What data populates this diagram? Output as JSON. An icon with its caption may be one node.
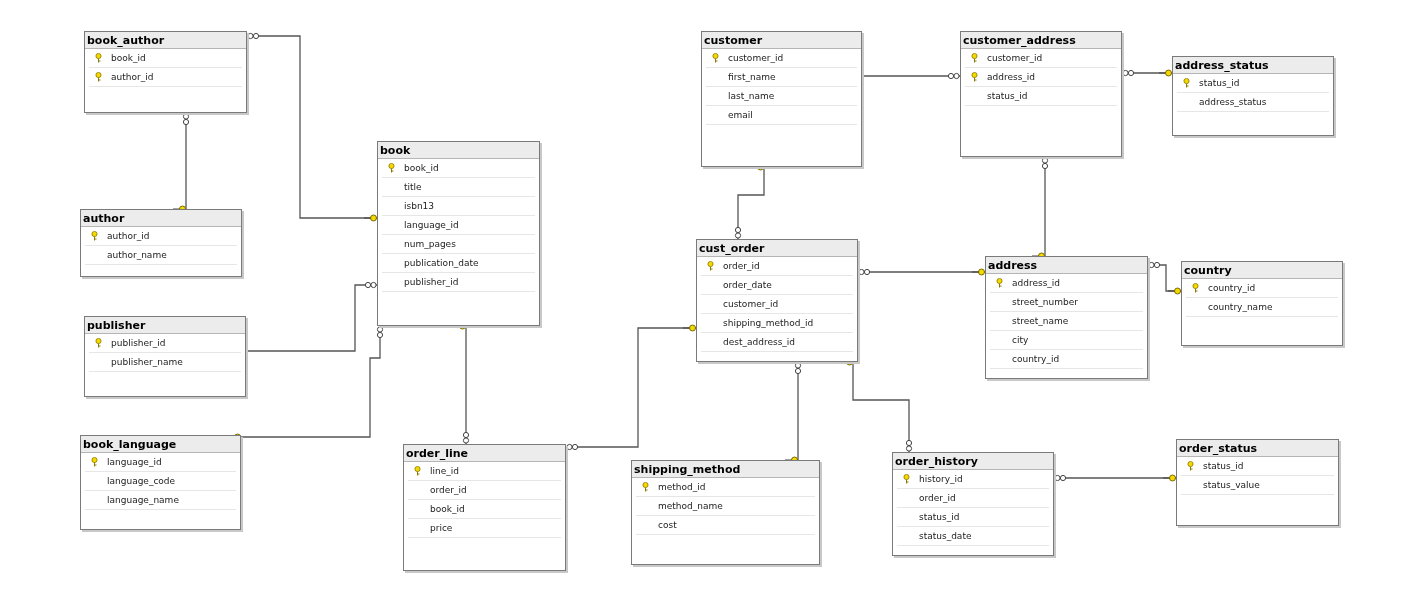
{
  "diagram": {
    "nodes": [
      {
        "text": [
          "book_author",
          "book_id",
          "author_id"
        ]
      },
      {
        "text": [
          "customer",
          "customer_id",
          "first_name",
          "last_name",
          "email"
        ]
      },
      {
        "text": [
          "customer_address",
          "customer_id",
          "address_id",
          "status_id"
        ]
      },
      {
        "text": [
          "address_status",
          "status_id",
          "address_status"
        ]
      },
      {
        "text": [
          "book",
          "book_id",
          "title",
          "isbn13",
          "language_id",
          "num_pages",
          "publication_date",
          "publisher_id"
        ]
      },
      {
        "text": [
          "author",
          "author_id",
          "author_name"
        ]
      },
      {
        "text": [
          "cust_order",
          "order_id",
          "order_date",
          "customer_id",
          "shipping_method_id",
          "dest_address_id"
        ]
      },
      {
        "text": [
          "address",
          "address_id",
          "street_number",
          "street_name",
          "city",
          "country_id"
        ]
      },
      {
        "text": [
          "country",
          "country_id",
          "country_name"
        ]
      },
      {
        "text": [
          "publisher",
          "publisher_id",
          "publisher_name"
        ]
      },
      {
        "text": [
          "book_language",
          "language_id",
          "language_code",
          "language_name"
        ]
      },
      {
        "text": [
          "order_status",
          "status_id",
          "status_value"
        ]
      },
      {
        "text": [
          "order_line",
          "line_id",
          "order_id",
          "book_id",
          "price"
        ]
      },
      {
        "text": [
          "order_history",
          "history_id",
          "order_id",
          "status_id",
          "status_date"
        ]
      },
      {
        "text": [
          "shipping_method",
          "method_id",
          "method_name",
          "cost"
        ]
      }
    ],
    "edges": [
      {
        "from": 0,
        "to": 4,
        "arrow": "other"
      },
      {
        "from": 0,
        "to": 5,
        "arrow": "other"
      },
      {
        "from": 4,
        "to": 9,
        "arrow": "other"
      },
      {
        "from": 4,
        "to": 10,
        "arrow": "other"
      },
      {
        "from": 12,
        "to": 4,
        "arrow": "other"
      },
      {
        "from": 12,
        "to": 6,
        "arrow": "other"
      },
      {
        "from": 6,
        "to": 1,
        "arrow": "other"
      },
      {
        "from": 2,
        "to": 1,
        "arrow": "other"
      },
      {
        "from": 2,
        "to": 3,
        "arrow": "other"
      },
      {
        "from": 2,
        "to": 7,
        "arrow": "other"
      },
      {
        "from": 6,
        "to": 7,
        "arrow": "other"
      },
      {
        "from": 7,
        "to": 8,
        "arrow": "other"
      },
      {
        "from": 6,
        "to": 14,
        "arrow": "other"
      },
      {
        "from": 13,
        "to": 6,
        "arrow": "other"
      },
      {
        "from": 13,
        "to": 11,
        "arrow": "other"
      }
    ]
  }
}
